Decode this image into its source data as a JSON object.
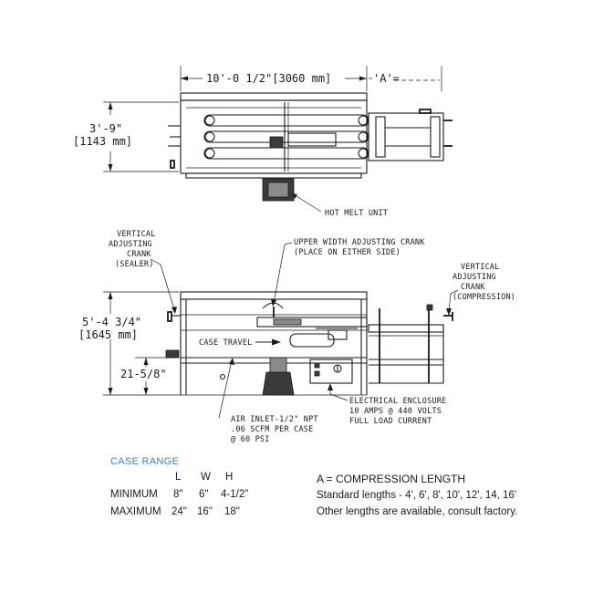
{
  "dimensions": {
    "overall_length": "10'-0 1/2\"[3060 mm]",
    "a_dim": "'A'=",
    "width_ft": "3'-9\"",
    "width_mm": "[1143 mm]",
    "height_ft": "5'-4 3/4\"",
    "height_mm": "[1645 mm]",
    "bed_height": "21-5/8\""
  },
  "callouts": {
    "hot_melt": "HOT MELT UNIT",
    "vertical_sealer": [
      "VERTICAL",
      "ADJUSTING",
      "CRANK",
      "(SEALER)"
    ],
    "upper_width": [
      "UPPER WIDTH ADJUSTING CRANK",
      "(PLACE ON EITHER SIDE)"
    ],
    "vertical_compression": [
      "VERTICAL",
      "ADJUSTING",
      "CRANK",
      "(COMPRESSION)"
    ],
    "case_travel": "CASE TRAVEL",
    "air_inlet": [
      "AIR INLET-1/2\" NPT",
      ".06 SCFM PER CASE",
      "@ 60 PSI"
    ],
    "electrical": [
      "ELECTRICAL ENCLOSURE",
      "10 AMPS @ 440 VOLTS",
      "FULL LOAD CURRENT"
    ]
  },
  "case_range": {
    "title": "CASE RANGE",
    "headers": [
      "L",
      "W",
      "H"
    ],
    "rows": [
      {
        "label": "MINIMUM",
        "l": "8\"",
        "w": "6\"",
        "h": "4-1/2\""
      },
      {
        "label": "MAXIMUM",
        "l": "24\"",
        "w": "16\"",
        "h": "18\""
      }
    ]
  },
  "compression": {
    "title": "A = COMPRESSION LENGTH",
    "line1": "Standard lengths - 4', 6', 8', 10', 12', 14, 16'",
    "line2": "Other lengths are available, consult factory."
  }
}
